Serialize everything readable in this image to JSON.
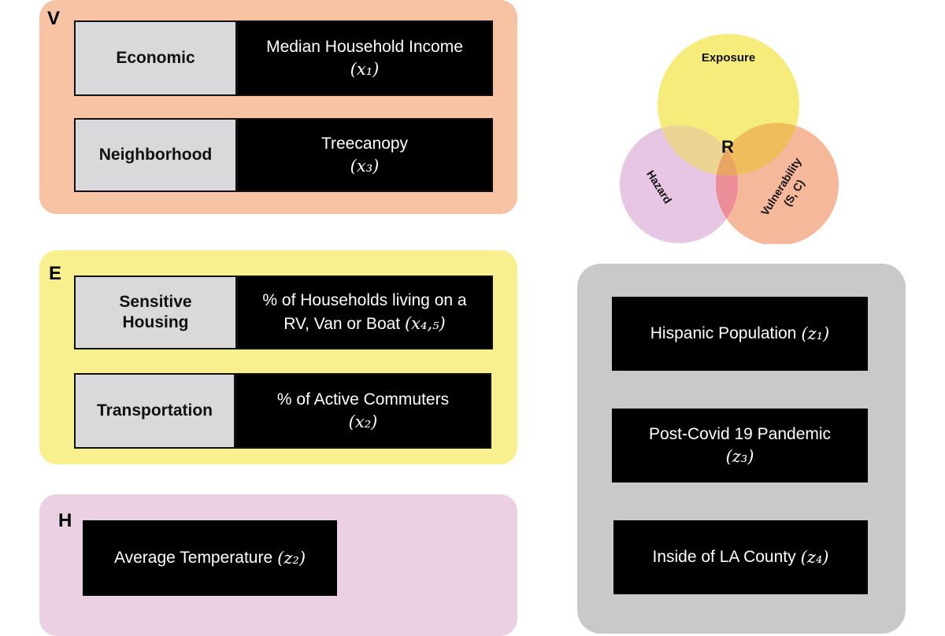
{
  "panels": {
    "V": {
      "letter": "V",
      "color": "#f6c3a4",
      "rows": [
        {
          "category": "Economic",
          "value": "Median Household Income",
          "variable": "(x₁)"
        },
        {
          "category": "Neighborhood",
          "value": "Treecanopy",
          "variable": "(x₃)"
        }
      ]
    },
    "E": {
      "letter": "E",
      "color": "#f8f08f",
      "rows": [
        {
          "category_line1": "Sensitive",
          "category_line2": "Housing",
          "value_line1": "% of Households living on a",
          "value_line2": "RV, Van or Boat",
          "variable": "(x₄,₅)"
        },
        {
          "category": "Transportation",
          "value": "% of Active Commuters",
          "variable": "(x₂)"
        }
      ]
    },
    "H": {
      "letter": "H",
      "color": "#ead0e2",
      "rows": [
        {
          "value": "Average Temperature",
          "variable": "(z₂)"
        }
      ]
    },
    "Z": {
      "color": "#c9c9c9",
      "items": [
        {
          "value": "Hispanic Population",
          "variable": "(z₁)"
        },
        {
          "value": "Post-Covid 19 Pandemic",
          "variable": "(z₃)"
        },
        {
          "value": "Inside of LA County",
          "variable": "(z₄)"
        }
      ]
    }
  },
  "venn": {
    "exposure": "Exposure",
    "hazard": "Hazard",
    "vulnerability_line1": "Vulnerability",
    "vulnerability_line2": "(S, C)",
    "center": "R",
    "colors": {
      "exposure": "#f5ec7c",
      "hazard": "#e6c6e2",
      "vulnerability": "#f6b89a"
    }
  }
}
